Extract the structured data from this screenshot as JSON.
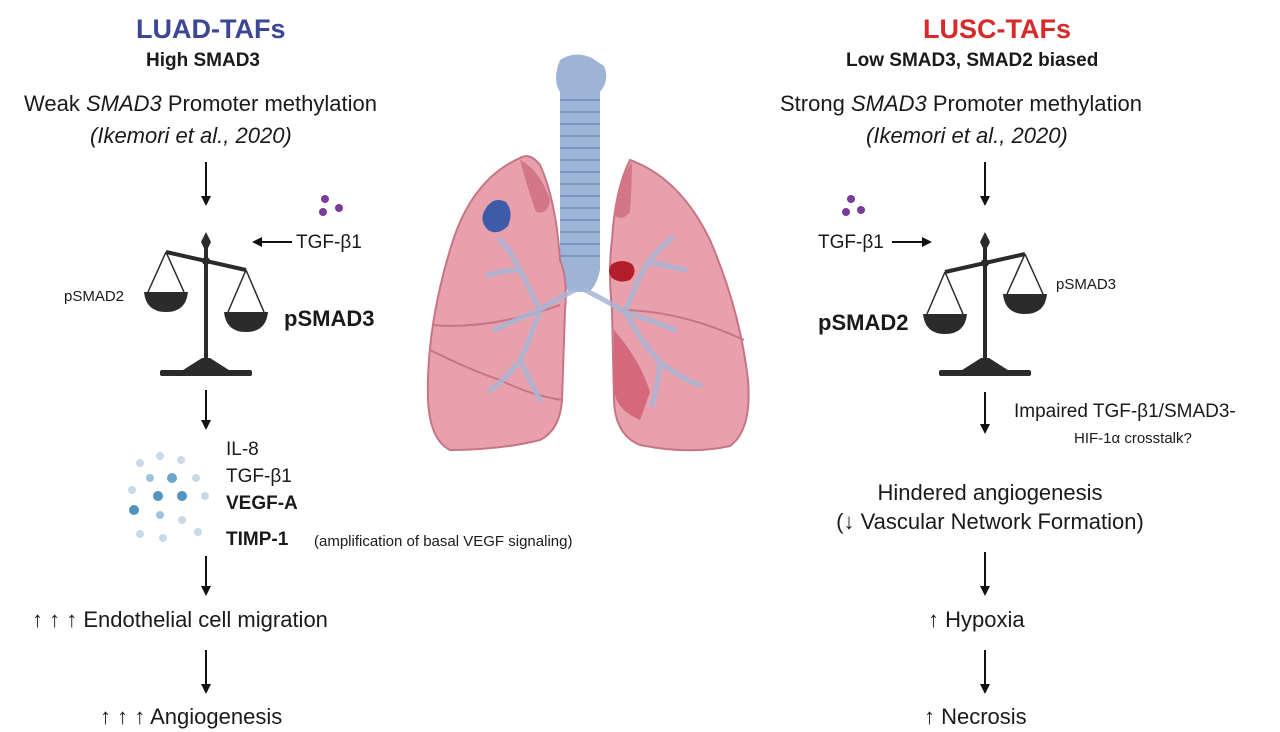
{
  "left": {
    "title": "LUAD-TAFs",
    "subtitle": "High SMAD3",
    "methylation_pre": "Weak ",
    "methylation_gene": "SMAD3",
    "methylation_post": " Promoter methylation",
    "citation": "(Ikemori et al., 2020)",
    "tgf_label": "TGF-β1",
    "pan_left_label": "pSMAD2",
    "pan_right_label": "pSMAD3",
    "secreted": [
      "IL-8",
      "TGF-β1",
      "VEGF-A",
      "TIMP-1"
    ],
    "timp_note": "(amplification of basal VEGF signaling)",
    "migration": "↑ ↑ ↑  Endothelial cell migration",
    "angiogenesis": "↑ ↑ ↑  Angiogenesis"
  },
  "right": {
    "title": "LUSC-TAFs",
    "subtitle": "Low SMAD3, SMAD2 biased",
    "methylation_pre": "Strong ",
    "methylation_gene": "SMAD3",
    "methylation_post": " Promoter methylation",
    "citation": "(Ikemori et al., 2020)",
    "tgf_label": "TGF-β1",
    "pan_left_label": "pSMAD2",
    "pan_right_label": "pSMAD3",
    "crosstalk_line1": "Impaired TGF-β1/SMAD3-",
    "crosstalk_line2": "HIF-1α crosstalk?",
    "hindered_line1": "Hindered angiogenesis",
    "hindered_line2": "(↓ Vascular Network Formation)",
    "hypoxia": "↑  Hypoxia",
    "necrosis": "↑  Necrosis"
  },
  "colors": {
    "luad": "#3d4595",
    "lusc": "#d92a2a",
    "lung": "#e9a0ad",
    "trachea": "#9db4d6",
    "dots": "#7a3b9a"
  }
}
